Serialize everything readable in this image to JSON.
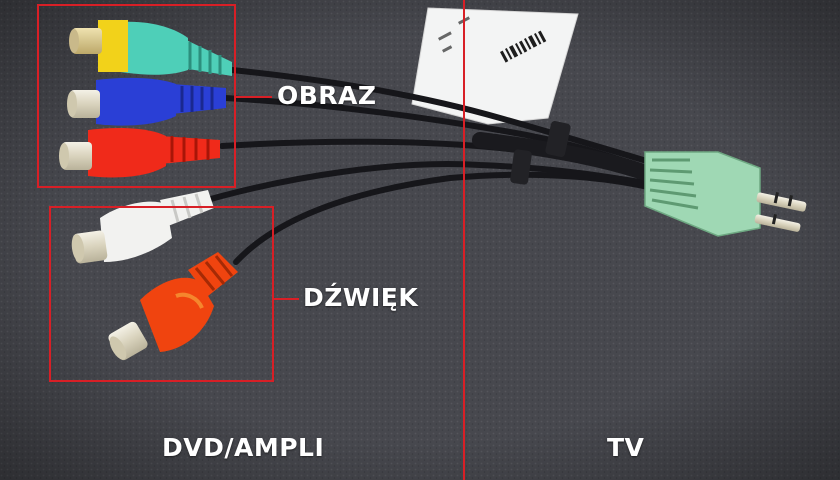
{
  "labels": {
    "video": "OBRAZ",
    "audio": "DŹWIĘK",
    "source_side": "DVD/AMPLI",
    "target_side": "TV"
  },
  "colors": {
    "background": "#45464c",
    "annotation_red": "#d81f26",
    "plug_yellow": "#f2d21a",
    "plug_teal": "#4ecfb8",
    "plug_blue": "#2a3fd6",
    "plug_red": "#f02a1a",
    "plug_white": "#f2f2f0",
    "plug_orange_red": "#f0440f",
    "jack_green": "#9fd8b4",
    "cable_black": "#16161a"
  }
}
